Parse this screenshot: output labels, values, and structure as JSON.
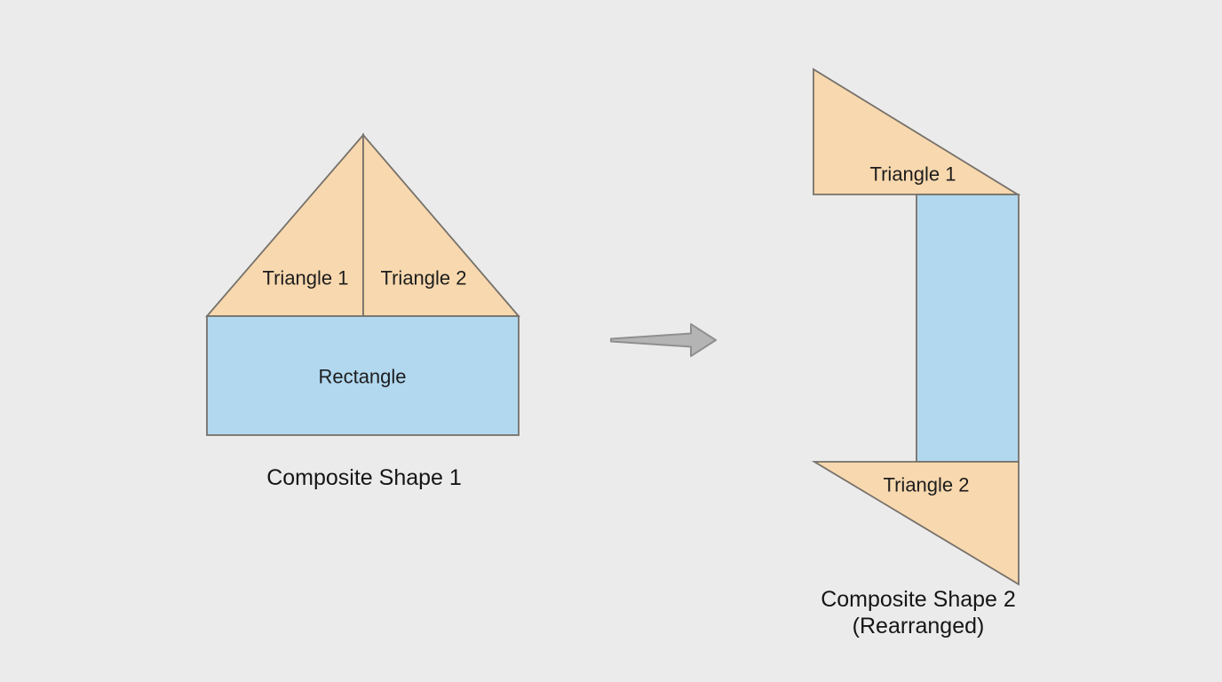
{
  "diagram": {
    "left": {
      "caption": "Composite Shape 1",
      "labels": {
        "triangle1": "Triangle 1",
        "triangle2": "Triangle 2",
        "rectangle": "Rectangle"
      }
    },
    "right": {
      "caption_line1": "Composite Shape 2",
      "caption_line2": "(Rearranged)",
      "labels": {
        "triangle1": "Triangle 1",
        "triangle2": "Triangle 2"
      }
    }
  },
  "colors": {
    "background": "#ebebeb",
    "triangle_fill": "#f8d8ae",
    "rectangle_fill": "#b2d8f0",
    "shape_stroke": "#76716a",
    "arrow_fill": "#b4b4b4",
    "arrow_stroke": "#8f8f8f",
    "text": "#1d1d1d"
  }
}
